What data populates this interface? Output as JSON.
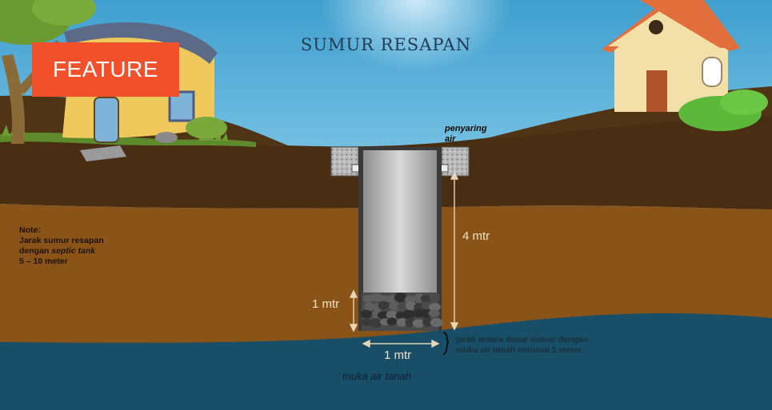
{
  "title": "SUMUR RESAPAN",
  "badge": "FEATURE",
  "note": {
    "heading": "Note:",
    "line1": "Jarak sumur resapan",
    "line2_prefix": "dengan ",
    "line2_italic": "septic tank",
    "line3": "5 – 10 meter"
  },
  "labels": {
    "filter_line1": "penyaring",
    "filter_line2": "air",
    "depth_total": "4 mtr",
    "gravel_height": "1 mtr",
    "well_width": "1 mtr",
    "distance_line1": "jarak antara dasar sumur dengan",
    "distance_line2": "muka air tanah minimal 1 meter",
    "water_table": "muka air tanah"
  },
  "colors": {
    "sky": "#57afd6",
    "topsoil": "#4a2e13",
    "subsoil": "#8a5418",
    "groundwater": "#184e67",
    "grass": "#5f8a2c",
    "badge": "#f0502a"
  }
}
